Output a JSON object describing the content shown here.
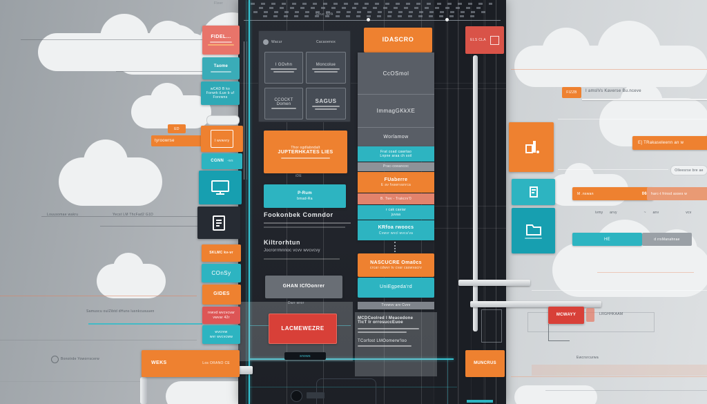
{
  "colors": {
    "orange": "#ee8130",
    "teal": "#2db4c1",
    "red": "#d84038",
    "salmon": "#e8746a",
    "panel_dark": "#23262d",
    "bg_light": "#d7dadd",
    "teal_line": "#36c3d2"
  },
  "left": {
    "topnote": "Fleer",
    "ed": "ED",
    "tyroowrse": "tyroowrse",
    "louusomae": "Louusomae wakru",
    "yecst": "Yecst LM ThcFad2 G1D",
    "samuscu": "Samuscu ou/Zibtd dHuns lusnkcusuuen",
    "bonotrde": "Bonotrde Yoworrscerw",
    "boxes": {
      "fidel": "FIDEL...",
      "taome": "Taome",
      "wcad1": "wCAD B ko",
      "wcad2": "Forwrk iLue b uf",
      "wcad3": "Forvwns",
      "iwvwry": "I wvwvry",
      "cgnn": "CGNN",
      "cgnn_side": "-ws",
      "sklmc": "SKLMC  kv-vr",
      "consy": "COnSy",
      "gides": "GIDES",
      "red1": "rvwvd wvcvcvar",
      "red2": "vwvar 42r",
      "teal1": "wvcrvw",
      "teal2": "wvr wvcvcww",
      "weks": "WEKS",
      "losorano": "Los ORANO CE"
    }
  },
  "panel": {
    "struc": "Struc NPA",
    "grid": {
      "header_left": "Wacur",
      "header_right": "Cacaoenox",
      "c1": "I GOvhn",
      "c2": "Moncolue",
      "c3a": "CCOCKT",
      "c3b": "Domen",
      "c4": "SAGUS"
    },
    "orange_line1": "Thor ogdlabndalt",
    "orange_line2": "JUPTERHKATES LIES",
    "ide": "iDE",
    "teal_line1": "P-Rum",
    "teal_line2": "bmad-Ra",
    "h1": "Fookonbek Comndor",
    "h2a": "Kiltrorhtun",
    "h2b": "Jocrorrmnnoc vcvv wvcvcvy",
    "gray_title": "GHAN ICfOonrer",
    "gray_sub": "Darr wror",
    "lacme": "LACMEWEZRE",
    "snows": "snows"
  },
  "stack": {
    "header": "IDASCRO",
    "sec1": "CcOSmol",
    "sec2": "ImmagGKkXE",
    "sec3": "Worlamow",
    "teal1a": "Frat coad cawrtao",
    "teal1b": "Lnpne araa ch soil",
    "gray1": "Prac-coeancoc",
    "orange1a": "FUaberre",
    "orange1b": "E av fvawrvanrca",
    "salmon1": "B. Twv - Trakcrv'0",
    "teal2a": "r cak caviar",
    "teal2b": "juvaa",
    "teal3a": "KRfoa rwoocs",
    "teal3b": "Cvwvr wvcl wvca'va",
    "orange2a": "NASCUCRE Oma0cs",
    "orange2b": "crcar cdwvr tv cvar caswvacrv",
    "teal4": "UniEgpeda'rd",
    "gray2": "Tvvwvv arv Cvvv",
    "b1": "MCDCeolred I Meacedone",
    "b2": "TicT Ir orrosuccEuoe",
    "b3": "TCorfost LMOomerw'loo"
  },
  "rpanel": {
    "els": "ELS CLA",
    "muncrus": "MUNCRUS"
  },
  "right": {
    "fizzb": "FIZZB",
    "fizzb_text": "I amslVs Kaverse Bu.nceve",
    "orange_bar": "E] TRakaseleenn an w",
    "pill": "Olleesrse bre ae",
    "bar2_left": "M .nswan",
    "bar2_right": "06.",
    "salmon_bar": "harc-t frinsd asses w",
    "tinyrow": "ivmy arvy    ~ anv    vcv    u MVN",
    "teal_bar": "HE",
    "gray_bar": "d rrsManahnae",
    "mcwayy": "MCWAYY",
    "lrghh": "LRGHHKAAM",
    "ewcr": "Ewcrsrcurwa"
  }
}
